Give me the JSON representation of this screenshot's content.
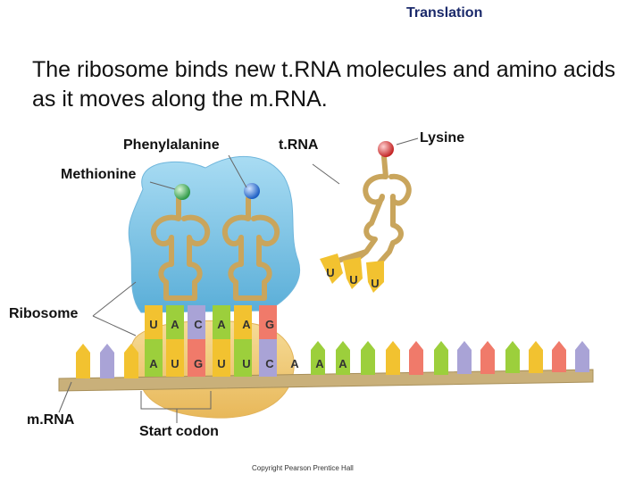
{
  "title": "Translation",
  "subtitle": "The ribosome binds new t.RNA molecules and amino acids as it moves along the m.RNA.",
  "labels": {
    "phenylalanine": "Phenylalanine",
    "trna": "t.RNA",
    "lysine": "Lysine",
    "methionine": "Methionine",
    "ribosome": "Ribosome",
    "mrna": "m.RNA",
    "start_codon": "Start codon"
  },
  "codon_bases_top": [
    "U",
    "A",
    "C",
    "A",
    "A",
    "G"
  ],
  "mrna_bases": [
    "A",
    "U",
    "G",
    "U",
    "U",
    "C",
    "A",
    "A",
    "A"
  ],
  "incoming_anticodon": [
    "U",
    "U",
    "U"
  ],
  "copyright": "Copyright Pearson Prentice Hall",
  "colors": {
    "ribosome": "#7fc3e6",
    "ribosome_small": "#f0c878",
    "trna": "#c9a55c",
    "base_yellow": "#f2c230",
    "base_purple": "#a9a3d6",
    "base_green": "#9ccf3c",
    "base_red": "#f07a6a",
    "backbone": "#c9b07a",
    "methionine": "#48b060",
    "phenylalanine": "#2f7ad8",
    "lysine": "#d83a3a"
  },
  "icons": [
    "methionine-bead-icon",
    "phenylalanine-bead-icon",
    "lysine-bead-icon"
  ]
}
